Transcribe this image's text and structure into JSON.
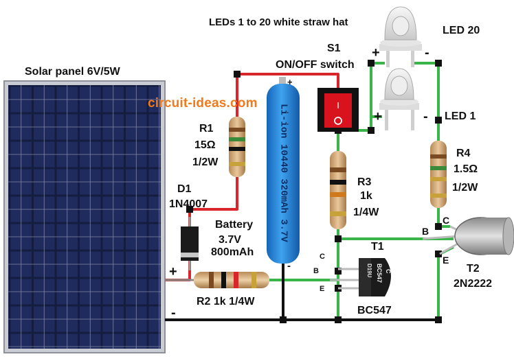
{
  "title": "LEDs 1 to 20 white straw hat",
  "watermark": "circuit-ideas.com",
  "components": {
    "solar_panel": "Solar panel 6V/5W",
    "r1": {
      "name": "R1",
      "value": "15Ω",
      "power": "1/2W"
    },
    "d1": {
      "name": "D1",
      "part": "1N4007"
    },
    "battery": {
      "name": "Battery",
      "voltage": "3.7V",
      "capacity": "800mAh",
      "body_text": "Li-ion 10440 320mAh 3.7V"
    },
    "s1": {
      "name": "S1",
      "desc": "ON/OFF switch"
    },
    "r2": {
      "label": "R2 1k 1/4W"
    },
    "r3": {
      "name": "R3",
      "value": "1k",
      "power": "1/4W"
    },
    "r4": {
      "name": "R4",
      "value": "1.5Ω",
      "power": "1/2W"
    },
    "t1": {
      "name": "T1",
      "part": "BC547",
      "pin_c": "C",
      "pin_b": "B",
      "pin_e": "E",
      "body_line1": "D19U",
      "body_line2": "BC547",
      "body_line3": "C"
    },
    "t2": {
      "name": "T2",
      "part": "2N2222",
      "pin_c": "C",
      "pin_b": "B",
      "pin_e": "E"
    },
    "led1": "LED 1",
    "led20": "LED 20"
  },
  "signs": {
    "plus": "+",
    "minus": "-"
  },
  "colors": {
    "red_wire": "#d9262b",
    "green_wire": "#3ab54a",
    "black_wire": "#111111",
    "battery_blue": "#1e7fd6",
    "switch_red": "#d8131e",
    "watermark": "#f07a1c"
  }
}
